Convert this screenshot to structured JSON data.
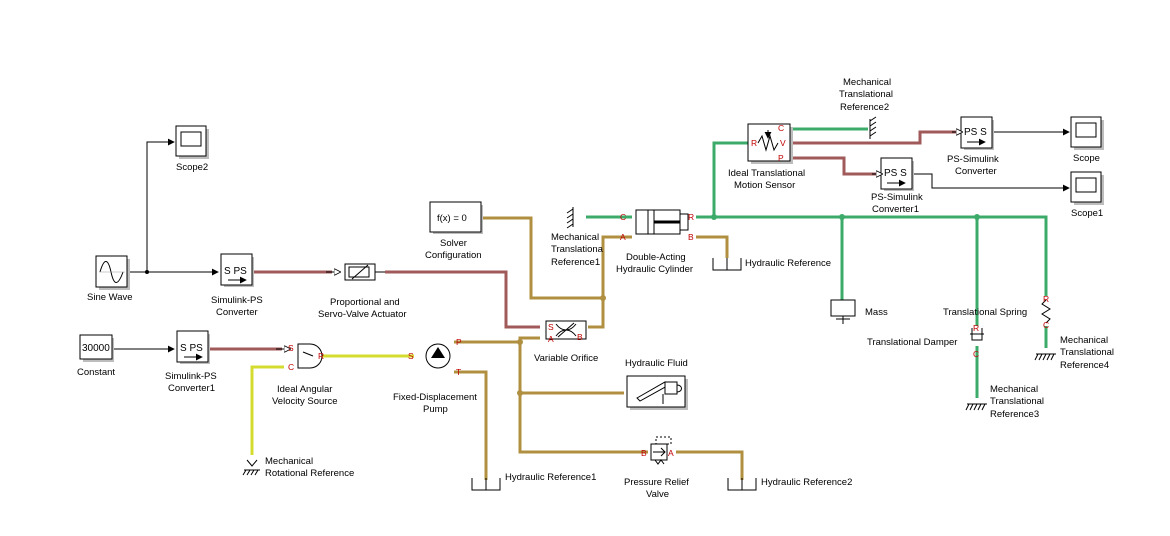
{
  "colors": {
    "physical_signal": "#a05a5a",
    "hydraulic": "#b09040",
    "mechanical_translational": "#3cab6a",
    "mechanical_rotational": "#d4dc30",
    "port_label": "#c00000"
  },
  "blocks": {
    "scope2": {
      "label": "Scope2"
    },
    "scope": {
      "label": "Scope"
    },
    "scope1": {
      "label": "Scope1"
    },
    "sine_wave": {
      "label": "Sine Wave"
    },
    "constant": {
      "label": "Constant",
      "value": "30000"
    },
    "simulink_ps": {
      "label_line1": "Simulink-PS",
      "label_line2": "Converter",
      "icon_text": "S PS"
    },
    "simulink_ps1": {
      "label_line1": "Simulink-PS",
      "label_line2": "Converter1",
      "icon_text": "S PS"
    },
    "ps_simulink": {
      "label_line1": "PS-Simulink",
      "label_line2": "Converter",
      "icon_text": "PS S"
    },
    "ps_simulink1": {
      "label_line1": "PS-Simulink",
      "label_line2": "Converter1",
      "icon_text": "PS S"
    },
    "solver": {
      "label_line1": "Solver",
      "label_line2": "Configuration",
      "icon_text": "f(x) = 0"
    },
    "valve_actuator": {
      "label_line1": "Proportional and",
      "label_line2": "Servo-Valve Actuator"
    },
    "angular_velocity_source": {
      "label_line1": "Ideal Angular",
      "label_line2": "Velocity Source"
    },
    "pump": {
      "label_line1": "Fixed-Displacement",
      "label_line2": "Pump"
    },
    "rot_ref": {
      "label_line1": "Mechanical",
      "label_line2": "Rotational Reference"
    },
    "variable_orifice": {
      "label": "Variable Orifice"
    },
    "hydraulic_fluid": {
      "label": "Hydraulic Fluid"
    },
    "relief_valve": {
      "label_line1": "Pressure Relief",
      "label_line2": "Valve"
    },
    "hyd_ref": {
      "label": "Hydraulic Reference"
    },
    "hyd_ref1": {
      "label": "Hydraulic Reference1"
    },
    "hyd_ref2": {
      "label": "Hydraulic Reference2"
    },
    "cylinder": {
      "label_line1": "Double-Acting",
      "label_line2": "Hydraulic Cylinder"
    },
    "mech_ref1": {
      "label_line1": "Mechanical",
      "label_line2": "Translationa",
      "label_line3": "Reference1"
    },
    "mech_ref2": {
      "label_line1": "Mechanical",
      "label_line2": "Translational",
      "label_line3": "Reference2"
    },
    "mech_ref3": {
      "label_line1": "Mechanical",
      "label_line2": "Translational",
      "label_line3": "Reference3"
    },
    "mech_ref4": {
      "label_line1": "Mechanical",
      "label_line2": "Translational",
      "label_line3": "Reference4"
    },
    "motion_sensor": {
      "label_line1": "Ideal Translational",
      "label_line2": "Motion Sensor"
    },
    "mass": {
      "label": "Mass"
    },
    "spring": {
      "label": "Translational Spring"
    },
    "damper": {
      "label": "Translational Damper"
    }
  },
  "ports": {
    "C": "C",
    "R": "R",
    "A": "A",
    "B": "B",
    "P": "P",
    "T": "T",
    "S": "S",
    "V": "V"
  }
}
